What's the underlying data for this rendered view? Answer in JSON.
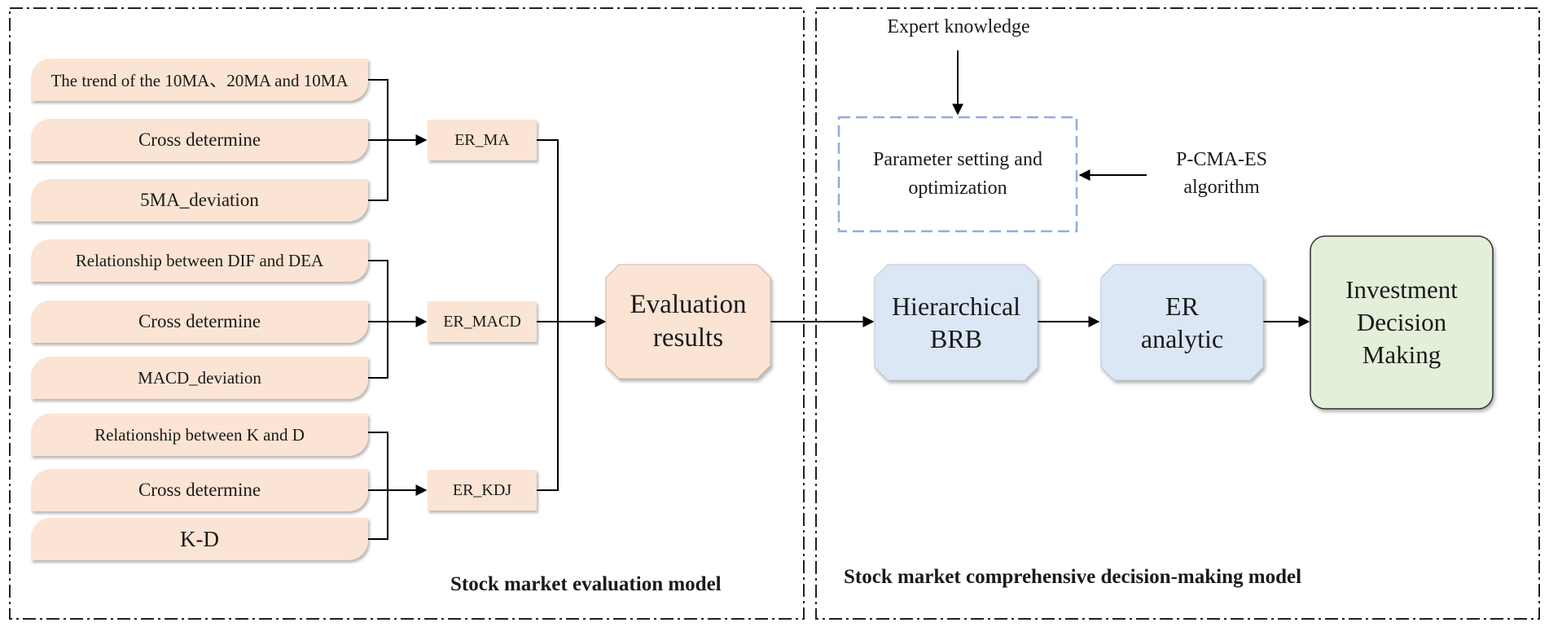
{
  "left_panel": {
    "title": "Stock market evaluation model",
    "indicators": [
      "The trend of the 10MA、20MA and 10MA",
      "Cross determine",
      "5MA_deviation",
      "Relationship between DIF and DEA",
      "Cross determine",
      "MACD_deviation",
      "Relationship between K and D",
      "Cross determine",
      "K-D"
    ],
    "er_nodes": [
      "ER_MA",
      "ER_MACD",
      "ER_KDJ"
    ],
    "evaluation_line1": "Evaluation",
    "evaluation_line2": "results"
  },
  "right_panel": {
    "title": "Stock market comprehensive decision-making model",
    "expert_knowledge": "Expert knowledge",
    "param_line1": "Parameter setting and",
    "param_line2": "optimization",
    "algo_line1": "P-CMA-ES",
    "algo_line2": "algorithm",
    "brb_line1": "Hierarchical",
    "brb_line2": "BRB",
    "er_line1": "ER",
    "er_line2": "analytic",
    "decision_line1": "Investment",
    "decision_line2": "Decision",
    "decision_line3": "Making"
  },
  "colors": {
    "peach": "#fbe4d3",
    "blue": "#dbe7f5",
    "green": "#e3efd9",
    "dashed_blue": "#8eaedb"
  }
}
